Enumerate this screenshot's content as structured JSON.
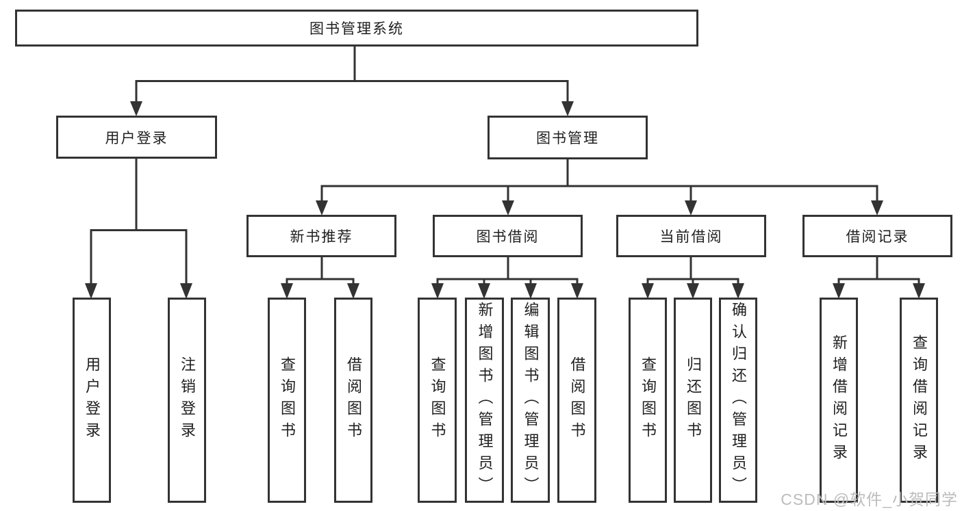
{
  "diagram": {
    "title_node": "图书管理系统",
    "nodes": {
      "root": "图书管理系统",
      "level2": [
        "用户登录",
        "图书管理"
      ],
      "level3": [
        "新书推荐",
        "图书借阅",
        "当前借阅",
        "借阅记录"
      ],
      "leaves_user_login": [
        "用户登录",
        "注销登录"
      ],
      "leaves_new_book": [
        "查询图书",
        "借阅图书"
      ],
      "leaves_book_borrow": [
        "查询图书",
        "新增图书（管理员）",
        "编辑图书（管理员）",
        "借阅图书"
      ],
      "leaves_current_borrow": [
        "查询图书",
        "归还图书",
        "确认归还（管理员）"
      ],
      "leaves_borrow_record": [
        "新增借阅记录",
        "查询借阅记录"
      ]
    },
    "watermark": "CSDN @软件_小贺同学",
    "colors": {
      "line": "#333333",
      "text": "#1f1f1f",
      "box_background": "#ffffff",
      "watermark": "#bcbcbc",
      "background": "#ffffff"
    }
  }
}
